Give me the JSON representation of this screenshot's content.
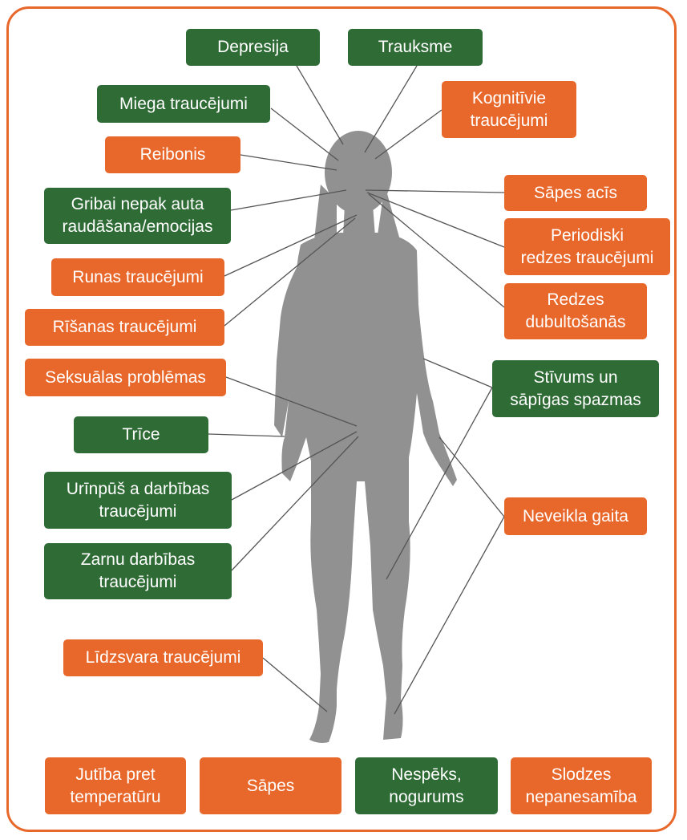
{
  "colors": {
    "green": "#2e6b35",
    "orange": "#e8672a",
    "silhouette": "#919191",
    "connector": "#555555"
  },
  "labels": {
    "depresija": "Depresija",
    "trauksme": "Trauksme",
    "miega": "Miega traucējumi",
    "kognitivie": "Kognitīvie\ntraucējumi",
    "reibonis": "Reibonis",
    "gribai": "Gribai nepak  auta\nraudāšana/emocijas",
    "sapes_acis": "Sāpes acīs",
    "periodiski": "Periodiski\nredzes traucējumi",
    "runas": "Runas traucējumi",
    "risanas": "Rīšanas traucējumi",
    "redzes_dub": "Redzes\ndubultošanās",
    "seksualas": "Seksuālas problēmas",
    "stivums": "Stīvums un\nsāpīgas spazmas",
    "trice": "Trīce",
    "urinpus": "Urīnpūš  a darbības\ntraucējumi",
    "neveikla": "Neveikla gaita",
    "zarnu": "Zarnu darbības\ntraucējumi",
    "lidzsvara": "Līdzsvara traucējumi",
    "jutiba": "Jutība pret\ntemperatūru",
    "sapes": "Sāpes",
    "nespeks": "Nespēks,\nnogurums",
    "slodzes": "Slodzes\nnepanesamība"
  }
}
